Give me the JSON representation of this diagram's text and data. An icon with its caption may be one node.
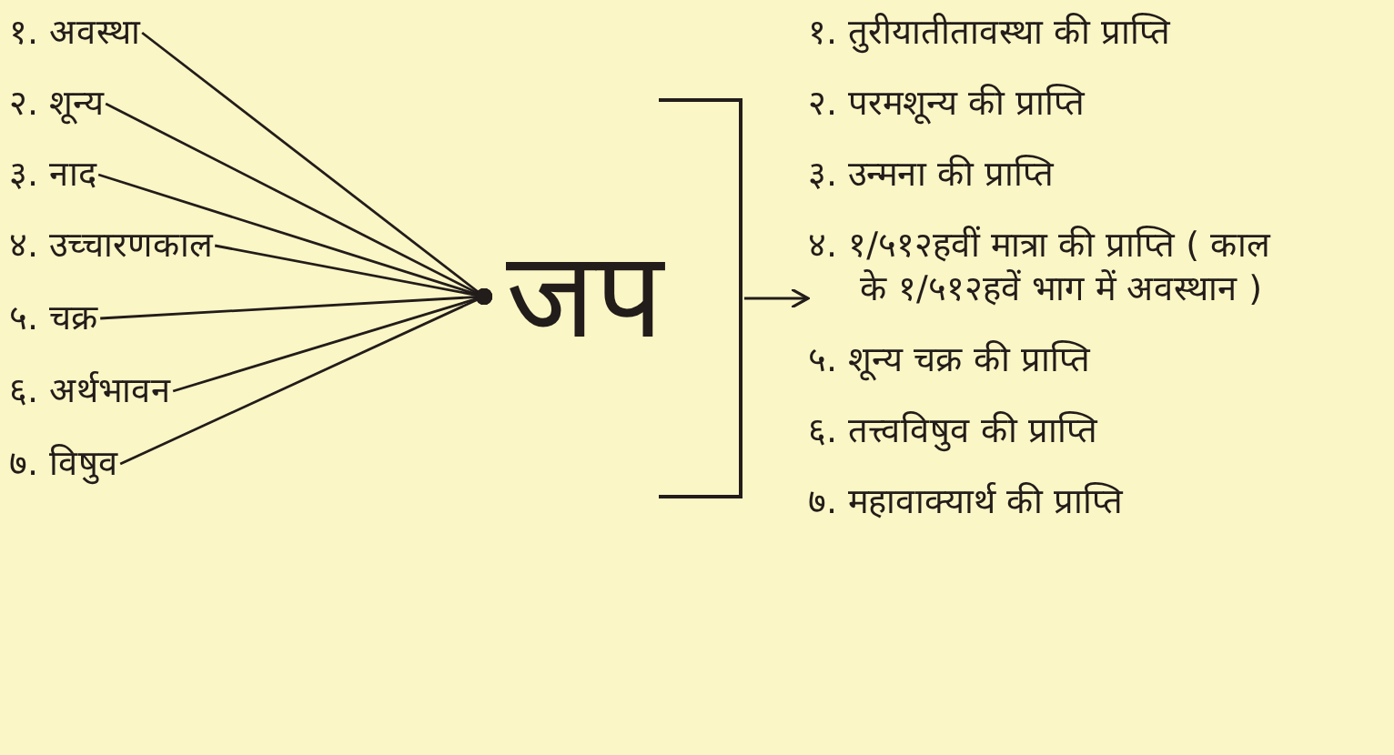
{
  "diagram": {
    "nodes": [
      {
        "text": [
          "१. अवस्था"
        ]
      },
      {
        "text": [
          "२. शून्य"
        ]
      },
      {
        "text": [
          "३. नाद"
        ]
      },
      {
        "text": [
          "४. उच्चारणकाल"
        ]
      },
      {
        "text": [
          "५. चक्र"
        ]
      },
      {
        "text": [
          "६. अर्थभावन"
        ]
      },
      {
        "text": [
          "७. विषुव"
        ]
      },
      {
        "text": [
          "जप"
        ]
      },
      {
        "text": [],
        "shape": "bracket"
      },
      {
        "text": [
          "१. तुरीयातीतावस्था की प्राप्ति",
          "२. परमशून्य की प्राप्ति",
          "३. उन्मना की प्राप्ति",
          "४. १/५१२हवीं मात्रा की प्राप्ति ( काल के १/५१२हवें भाग में अवस्थान )",
          "५. शून्य चक्र की प्राप्ति",
          "६. तत्त्वविषुव की प्राप्ति",
          "७. महावाक्यार्थ की प्राप्ति"
        ]
      }
    ],
    "edges": [
      {
        "from": 0,
        "to": 7,
        "arrow": "other"
      },
      {
        "from": 1,
        "to": 7,
        "arrow": "other"
      },
      {
        "from": 2,
        "to": 7,
        "arrow": "other"
      },
      {
        "from": 3,
        "to": 7,
        "arrow": "other"
      },
      {
        "from": 4,
        "to": 7,
        "arrow": "other"
      },
      {
        "from": 5,
        "to": 7,
        "arrow": "other"
      },
      {
        "from": 6,
        "to": 7,
        "arrow": "other"
      },
      {
        "from": 8,
        "to": 9,
        "arrow": "to"
      }
    ]
  }
}
